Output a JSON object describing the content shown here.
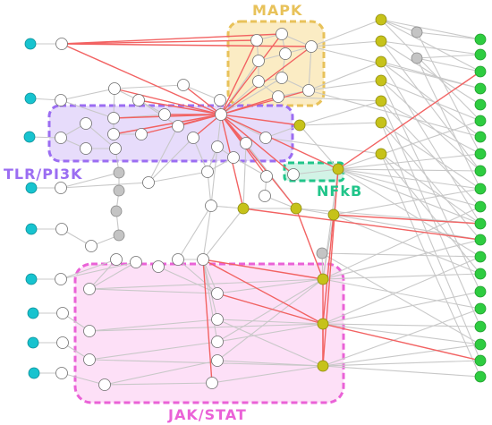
{
  "pathways": {
    "mapk": {
      "label": "MAPK",
      "color": "#e8c25a",
      "fill": "#fbecc4"
    },
    "tlr_pi3k": {
      "label": "TLR/PI3K",
      "color": "#9b6df2",
      "fill": "#e7dcfb"
    },
    "nfkb": {
      "label": "NFkB",
      "color": "#21c58a",
      "fill": "#d2f3e6"
    },
    "jak_stat": {
      "label": "JAK/STAT",
      "color": "#ea62d7",
      "fill": "#fde0f7"
    }
  },
  "legend_colors": {
    "input_node": "#17c3cf",
    "intermediate_node": "#ffffff",
    "inactive_node": "#c4c4c4",
    "transcription_factor": "#c6c21a",
    "output_node": "#2ecc40",
    "inhibitory_edge": "#f26262",
    "activating_edge": "#c8c8c8"
  }
}
